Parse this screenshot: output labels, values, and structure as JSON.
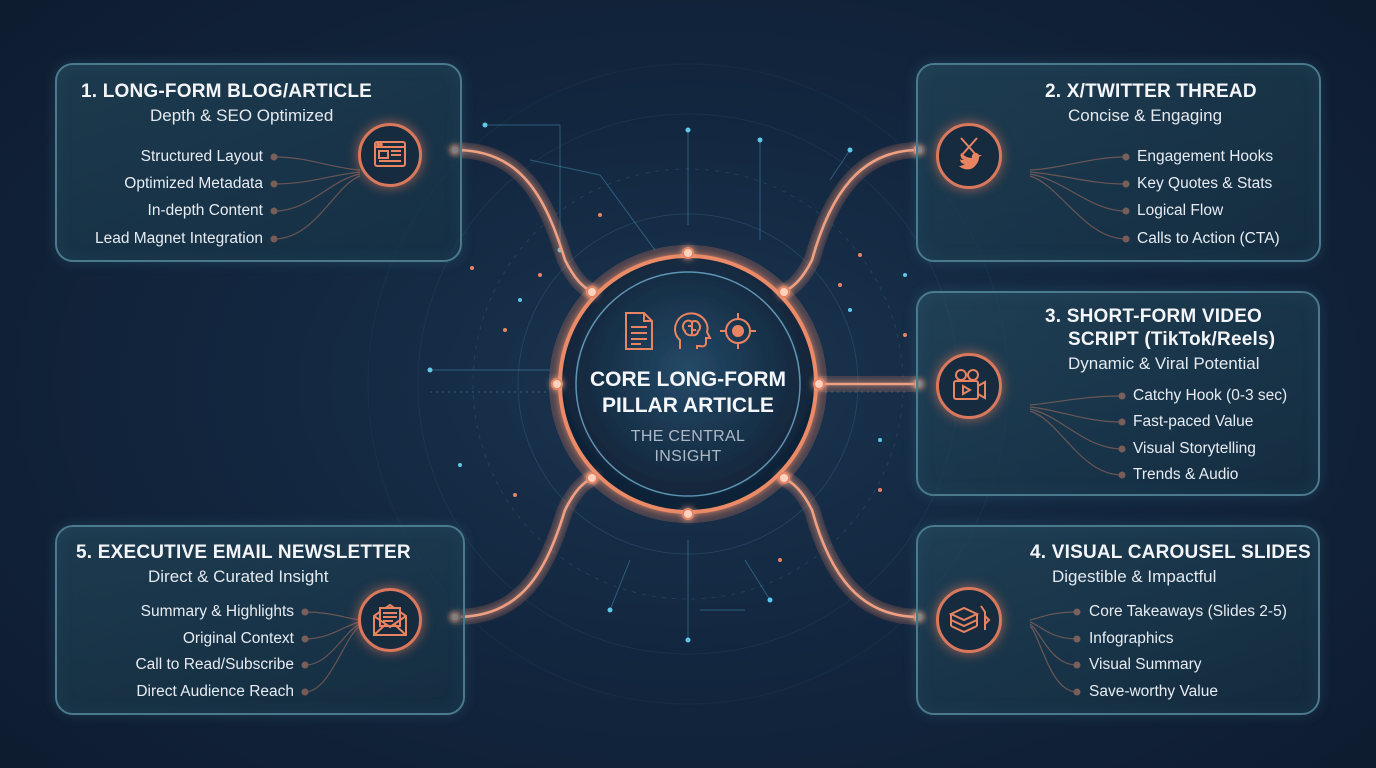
{
  "core": {
    "title": "CORE LONG-FORM PILLAR ARTICLE",
    "subtitle": "THE CENTRAL INSIGHT",
    "icons": [
      "document-icon",
      "brain-head-icon",
      "target-icon"
    ]
  },
  "blog": {
    "title": "1. LONG-FORM BLOG/ARTICLE",
    "subtitle": "Depth & SEO Optimized",
    "icon": "browser-article-icon",
    "items": [
      "Structured Layout",
      "Optimized Metadata",
      "In-depth Content",
      "Lead Magnet Integration"
    ]
  },
  "twitter": {
    "title": "2. X/TWITTER THREAD",
    "subtitle": "Concise & Engaging",
    "icon": "x-twitter-icon",
    "items": [
      "Engagement Hooks",
      "Key Quotes & Stats",
      "Logical Flow",
      "Calls to Action (CTA)"
    ]
  },
  "video": {
    "title_line1": "3. SHORT-FORM VIDEO",
    "title_line2": "SCRIPT (TikTok/Reels)",
    "subtitle": "Dynamic & Viral Potential",
    "icon": "video-camera-icon",
    "items": [
      "Catchy Hook (0-3 sec)",
      "Fast-paced Value",
      "Visual Storytelling",
      "Trends & Audio"
    ]
  },
  "carousel": {
    "title": "4. VISUAL CAROUSEL SLIDES",
    "subtitle": "Digestible & Impactful",
    "icon": "stacked-slides-icon",
    "items": [
      "Core Takeaways (Slides 2-5)",
      "Infographics",
      "Visual Summary",
      "Save-worthy Value"
    ]
  },
  "newsletter": {
    "title": "5. EXECUTIVE EMAIL NEWSLETTER",
    "subtitle": "Direct & Curated Insight",
    "icon": "envelope-icon",
    "items": [
      "Summary & Highlights",
      "Original Context",
      "Call to Read/Subscribe",
      "Direct Audience Reach"
    ]
  },
  "colors": {
    "accent": "#e88462",
    "connector": "#f0a082",
    "card_border": "#4a7a8c",
    "background": "#132740",
    "text": "#e9eef4"
  }
}
